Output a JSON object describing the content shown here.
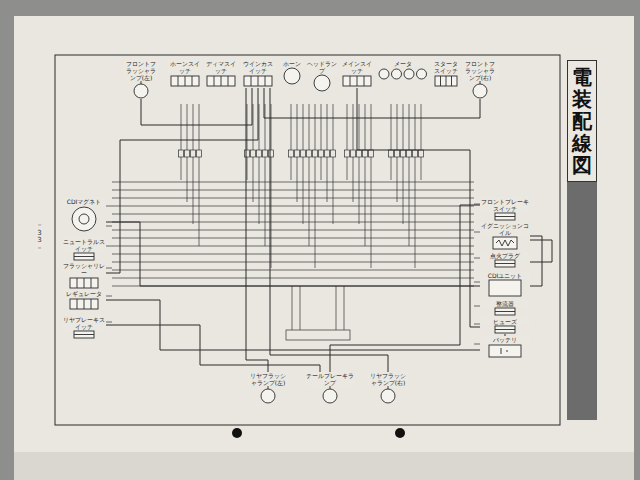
{
  "diagram": {
    "title": "電装配線図",
    "nodes": [
      {
        "text": [
          "フロントフラッシャランプ(左)"
        ]
      },
      {
        "text": [
          "ホーンスイッチ"
        ]
      },
      {
        "text": [
          "ディマスイッチ"
        ]
      },
      {
        "text": [
          "ウインカスイッチ"
        ]
      },
      {
        "text": [
          "ホーン"
        ]
      },
      {
        "text": [
          "ヘッドランプ"
        ]
      },
      {
        "text": [
          "メインスイッチ"
        ]
      },
      {
        "text": [
          "メータ"
        ]
      },
      {
        "text": [
          "スタータスイッチ"
        ]
      },
      {
        "text": [
          "フロントフラッシャランプ(右)"
        ]
      },
      {
        "text": [
          "CDIマグネト"
        ]
      },
      {
        "text": [
          "ニュートラルスイッチ"
        ]
      },
      {
        "text": [
          "フラッシャリレー"
        ]
      },
      {
        "text": [
          "レギュレータ"
        ]
      },
      {
        "text": [
          "リヤブレーキスイッチ"
        ]
      },
      {
        "text": [
          "フロントブレーキスイッチ"
        ]
      },
      {
        "text": [
          "イグニッションコイル"
        ]
      },
      {
        "text": [
          "点火プラグ"
        ]
      },
      {
        "text": [
          "CDIユニット"
        ]
      },
      {
        "text": [
          "整流器"
        ]
      },
      {
        "text": [
          "ヒューズ"
        ]
      },
      {
        "text": [
          "バッテリ"
        ]
      },
      {
        "text": [
          "リヤフラッシャランプ(左)"
        ]
      },
      {
        "text": [
          "テールブレーキランプ"
        ]
      },
      {
        "text": [
          "リヤフラッシャランプ(右)"
        ]
      }
    ],
    "edges": [
      {
        "from": 6,
        "to": 20,
        "arrow": "none"
      },
      {
        "from": 20,
        "to": 21,
        "arrow": "none"
      },
      {
        "from": 10,
        "to": 18,
        "arrow": "none"
      },
      {
        "from": 18,
        "to": 16,
        "arrow": "none"
      },
      {
        "from": 16,
        "to": 17,
        "arrow": "none"
      },
      {
        "from": 12,
        "to": 3,
        "arrow": "none"
      },
      {
        "from": 3,
        "to": 0,
        "arrow": "none"
      },
      {
        "from": 3,
        "to": 9,
        "arrow": "none"
      },
      {
        "from": 3,
        "to": 22,
        "arrow": "none"
      },
      {
        "from": 3,
        "to": 24,
        "arrow": "none"
      },
      {
        "from": 15,
        "to": 23,
        "arrow": "none"
      },
      {
        "from": 14,
        "to": 23,
        "arrow": "none"
      },
      {
        "from": 13,
        "to": 21,
        "arrow": "none"
      }
    ],
    "labels": [
      "－33－"
    ]
  }
}
